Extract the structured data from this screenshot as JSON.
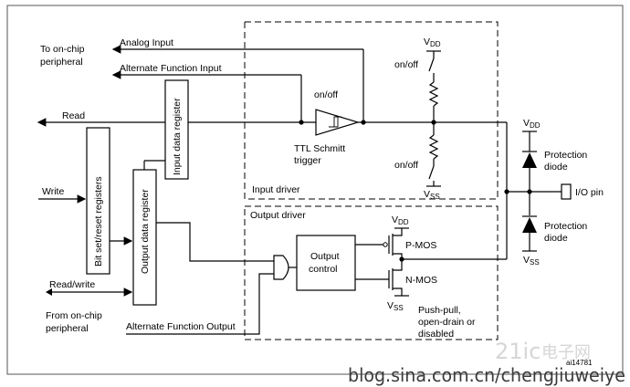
{
  "labels": {
    "to_onchip_1": "To on-chip",
    "to_onchip_2": "peripheral",
    "analog_input": "Analog Input",
    "alt_func_input": "Alternate Function Input",
    "read": "Read",
    "write": "Write",
    "read_write": "Read/write",
    "from_onchip_1": "From on-chip",
    "from_onchip_2": "peripheral",
    "alt_func_output": "Alternate Function Output",
    "input_data_register": "Input data register",
    "bit_set_reset_registers": "Bit set/reset registers",
    "output_data_register": "Output data register",
    "on_off_1": "on/off",
    "on_off_2": "on/off",
    "on_off_3": "on/off",
    "ttl_1": "TTL Schmitt",
    "ttl_2": "trigger",
    "input_driver": "Input driver",
    "output_driver": "Output driver",
    "output_control_1": "Output",
    "output_control_2": "control",
    "pmos": "P-MOS",
    "nmos": "N-MOS",
    "push_pull_1": "Push-pull,",
    "push_pull_2": "open-drain or",
    "push_pull_3": "disabled",
    "protection_1a": "Protection",
    "protection_1b": "diode",
    "protection_2a": "Protection",
    "protection_2b": "diode",
    "io_pin": "I/O pin",
    "figure_id": "ai14781",
    "vdd": "V",
    "vdd_sub": "DD",
    "vss": "V",
    "vss_sub": "SS",
    "watermark_url": "blog.sina.com.cn/chengjiuweiye",
    "watermark_logo": "21ic",
    "watermark_logo2": "电子网"
  }
}
